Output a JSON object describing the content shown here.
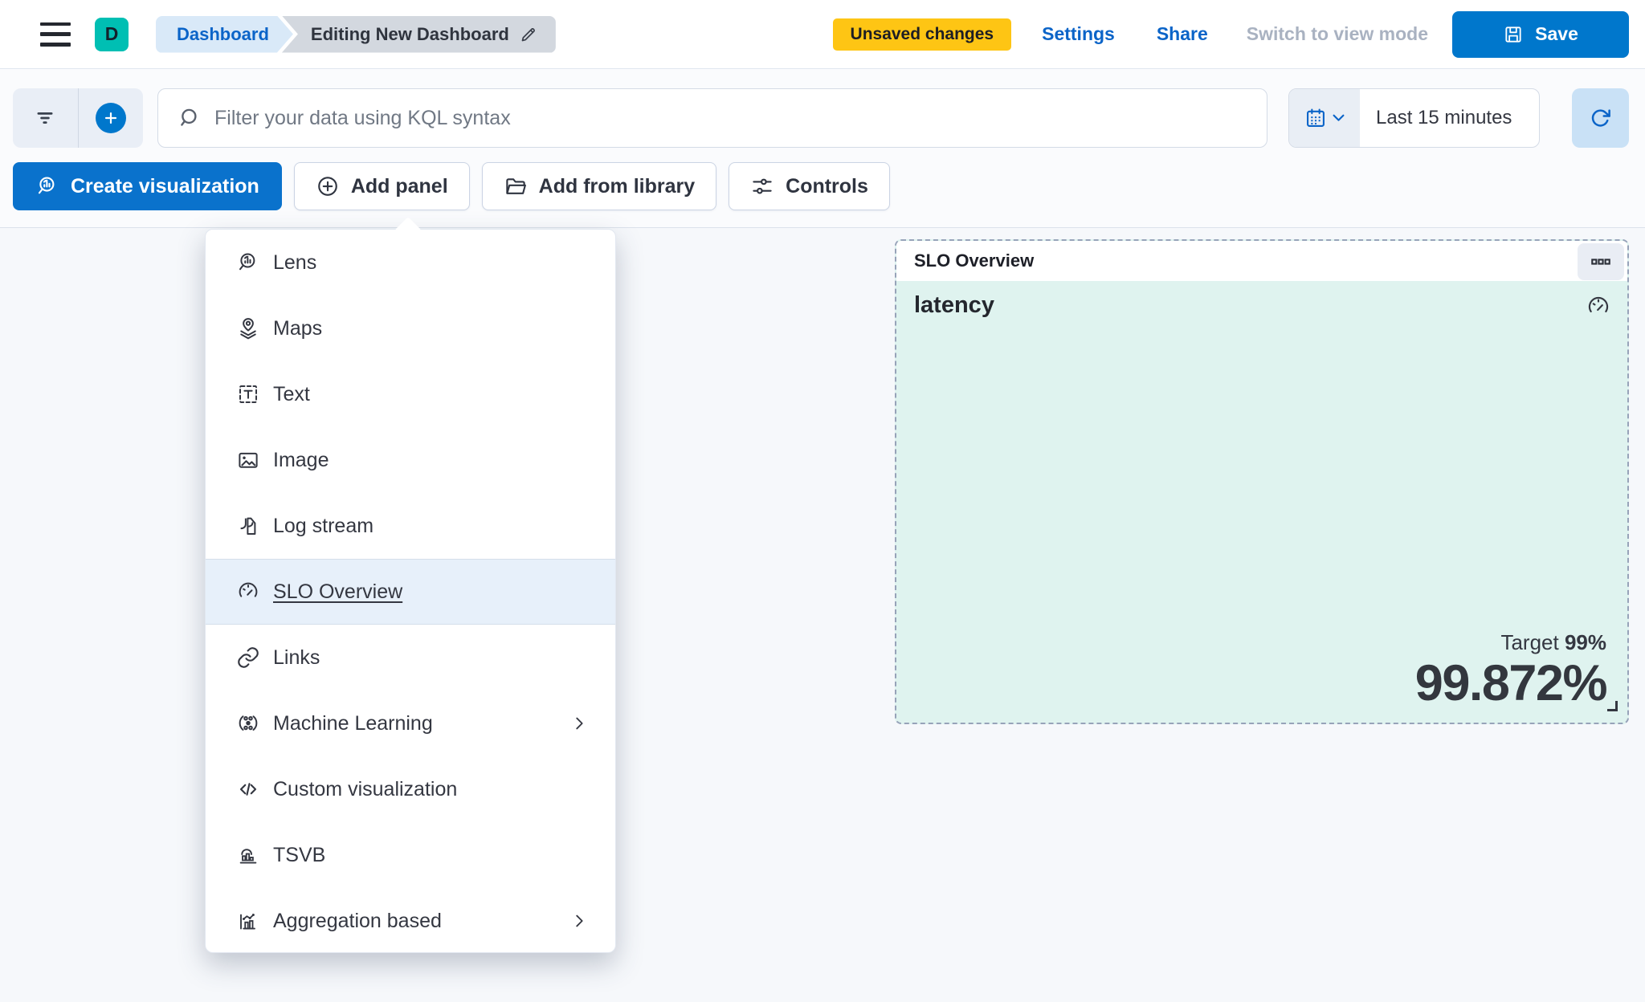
{
  "topbar": {
    "avatar_initial": "D",
    "breadcrumbs": [
      {
        "label": "Dashboard"
      },
      {
        "label": "Editing New Dashboard"
      }
    ],
    "unsaved_badge": "Unsaved changes",
    "settings_label": "Settings",
    "share_label": "Share",
    "view_mode_label": "Switch to view mode",
    "save_label": "Save"
  },
  "querybar": {
    "search_placeholder": "Filter your data using KQL syntax",
    "time_range": "Last 15 minutes",
    "icons": [
      "filter-icon",
      "plus-in-circle-icon",
      "search-icon",
      "calendar-icon",
      "chevron-down-icon",
      "refresh-icon"
    ]
  },
  "toolbar": {
    "create_visualization_label": "Create visualization",
    "add_panel_label": "Add panel",
    "add_from_library_label": "Add from library",
    "controls_label": "Controls"
  },
  "menu": {
    "items": [
      {
        "label": "Lens",
        "icon": "lens-icon"
      },
      {
        "label": "Maps",
        "icon": "maps-icon"
      },
      {
        "label": "Text",
        "icon": "text-icon"
      },
      {
        "label": "Image",
        "icon": "image-icon"
      },
      {
        "label": "Log stream",
        "icon": "log-stream-icon"
      },
      {
        "label": "SLO Overview",
        "icon": "gauge-icon",
        "selected": true
      },
      {
        "label": "Links",
        "icon": "link-icon"
      },
      {
        "label": "Machine Learning",
        "icon": "machine-learning-icon",
        "has_submenu": true
      },
      {
        "label": "Custom visualization",
        "icon": "code-icon"
      },
      {
        "label": "TSVB",
        "icon": "tsvb-icon"
      },
      {
        "label": "Aggregation based",
        "icon": "aggregation-icon",
        "has_submenu": true
      }
    ]
  },
  "slo_panel": {
    "header_title": "SLO Overview",
    "slo_name": "latency",
    "target_label": "Target",
    "target_value": "99%",
    "observed_value": "99.872%"
  },
  "colors": {
    "primary_blue": "#0077CC",
    "link_blue": "#0B64C8",
    "badge_yellow": "#FEC514",
    "avatar_teal": "#00BFB3",
    "panel_mint": "#DFF3EF",
    "menu_hover_blue": "#E7F0FA",
    "text_dark": "#343741",
    "text_muted": "#707884",
    "text_disabled": "#A9B2C1",
    "dashed_border": "#97A3B9"
  }
}
